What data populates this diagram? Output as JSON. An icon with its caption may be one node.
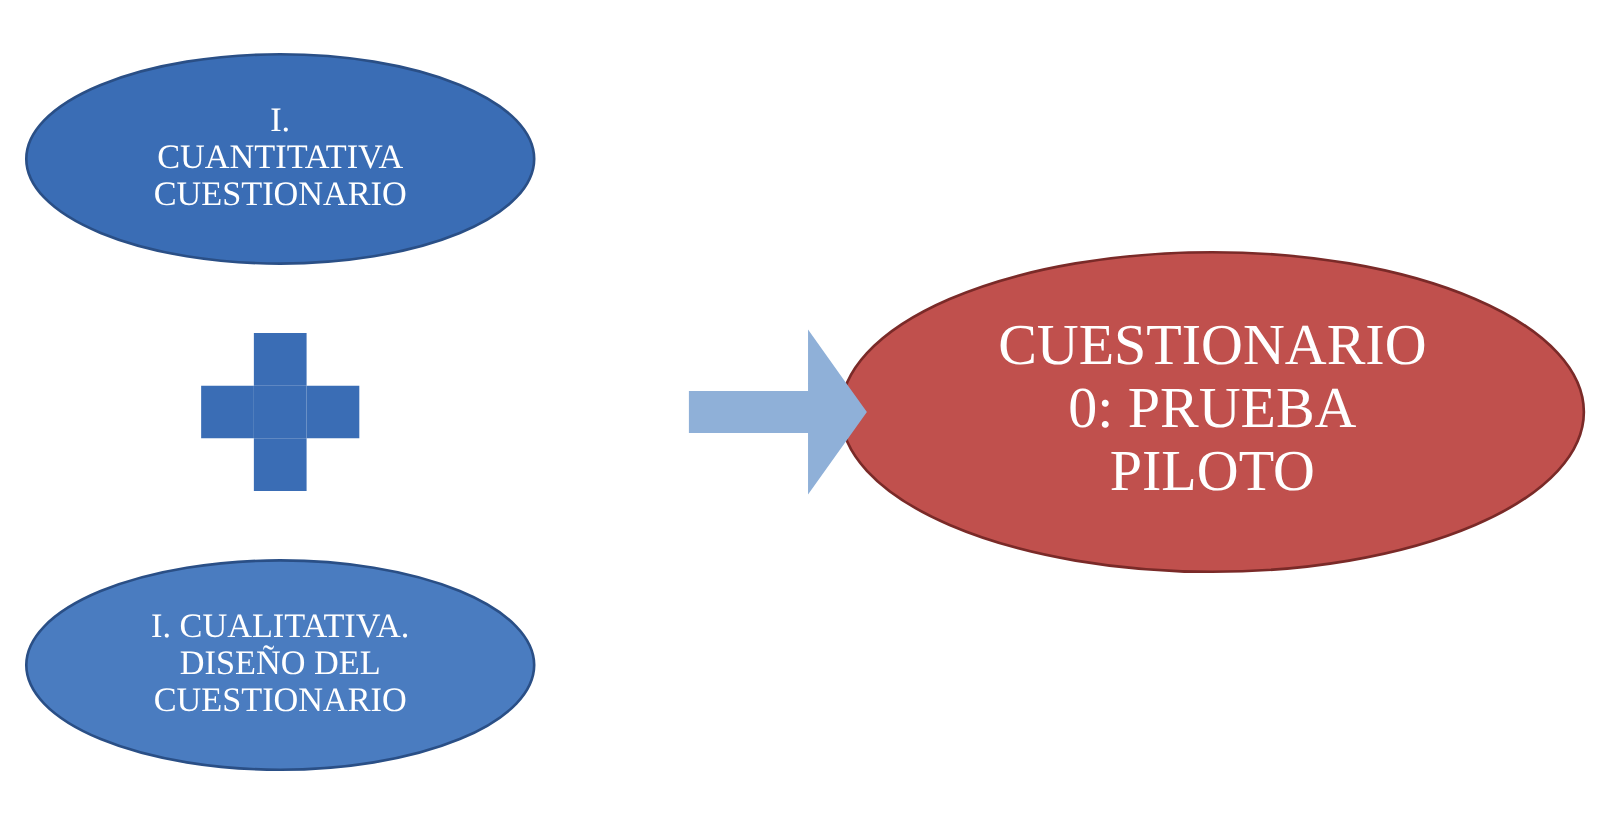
{
  "diagram": {
    "nodes": [
      {
        "text": [
          "I. CUANTITATIVA CUESTIONARIO"
        ]
      },
      {
        "text": [],
        "shape": "cross"
      },
      {
        "text": [
          "I. CUALITATIVA. DISEÑO DEL CUESTIONARIO"
        ]
      },
      {
        "text": [
          "CUESTIONARIO 0: PRUEBA PILOTO"
        ]
      }
    ],
    "edges": [
      {
        "from": null,
        "to": 3,
        "arrow": "to"
      }
    ]
  }
}
